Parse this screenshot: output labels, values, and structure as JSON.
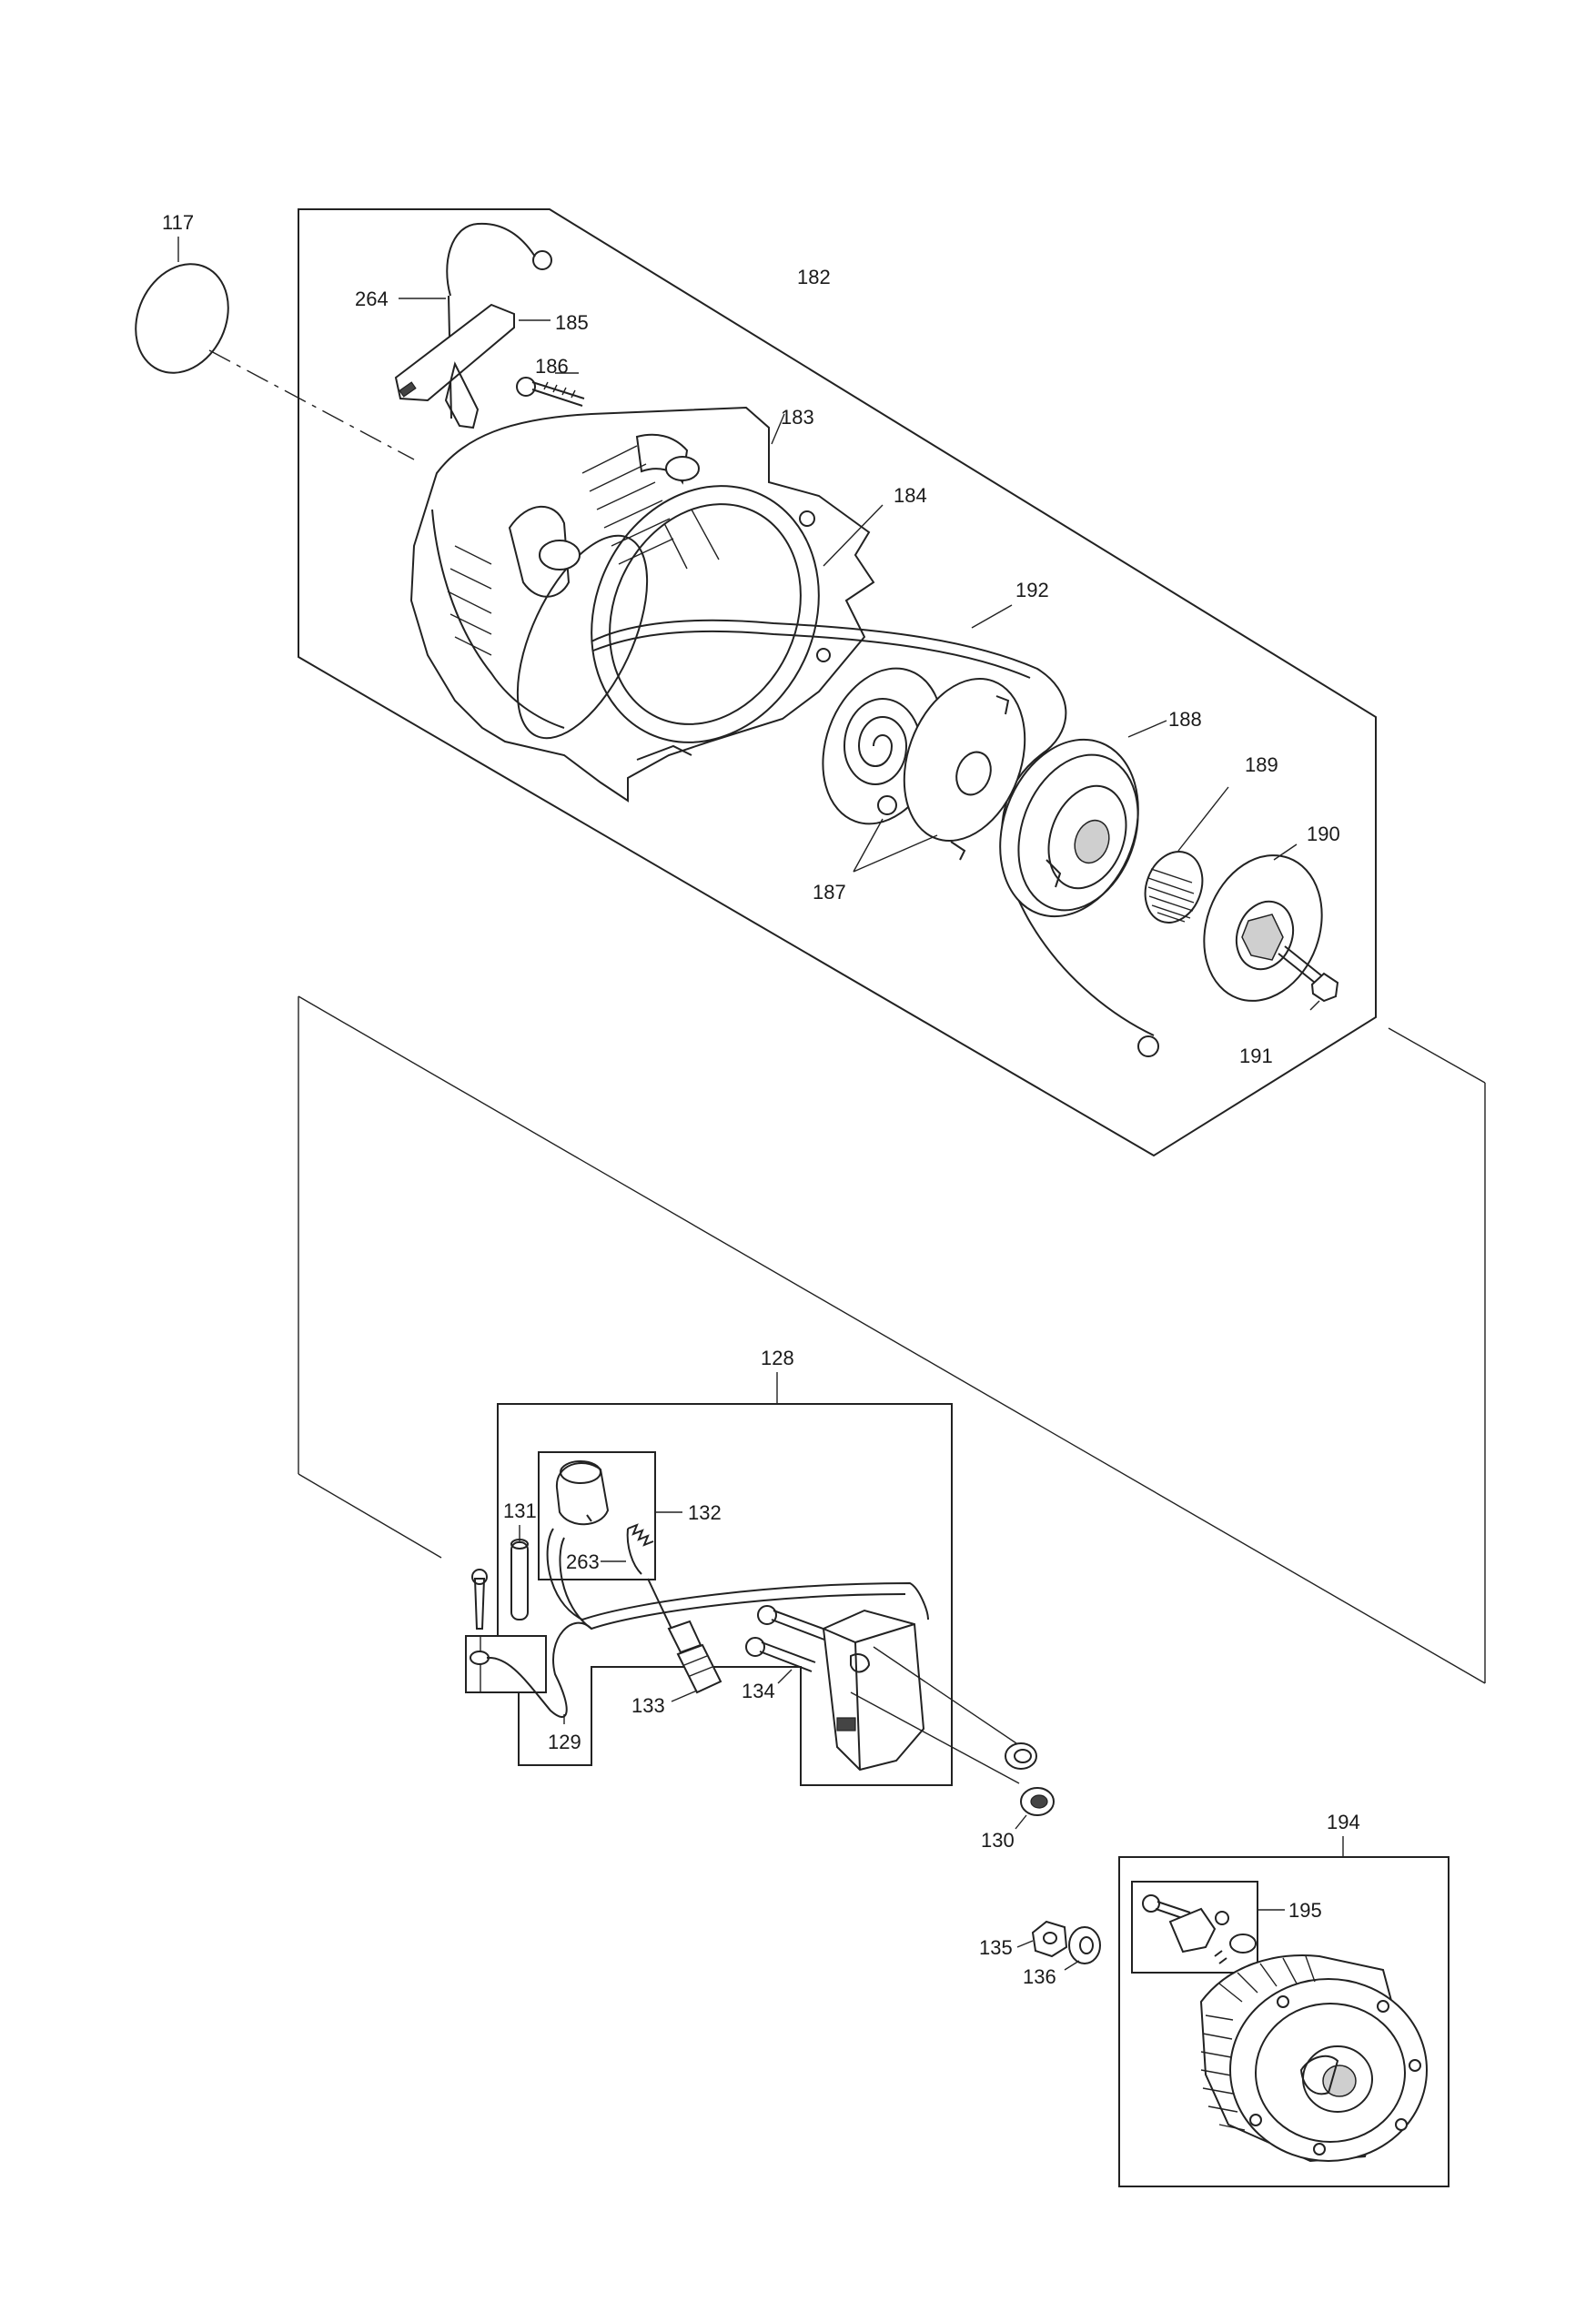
{
  "labels": {
    "p117": "117",
    "p182": "182",
    "p264": "264",
    "p185": "185",
    "p186": "186",
    "p183": "183",
    "p184": "184",
    "p192": "192",
    "p188": "188",
    "p189": "189",
    "p190": "190",
    "p187": "187",
    "p191": "191",
    "p128": "128",
    "p131": "131",
    "p132": "132",
    "p263": "263",
    "p133": "133",
    "p134": "134",
    "p129": "129",
    "p130": "130",
    "p194": "194",
    "p195": "195",
    "p135": "135",
    "p136": "136"
  }
}
